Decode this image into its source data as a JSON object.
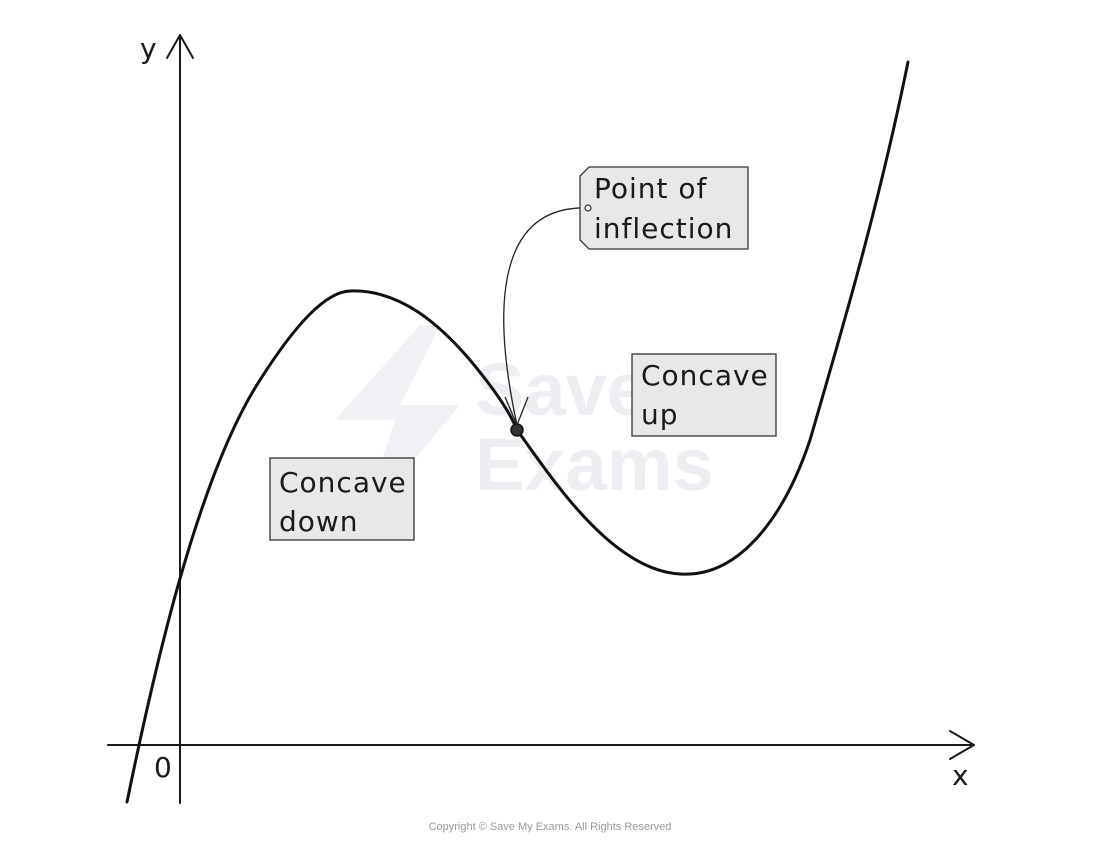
{
  "axes": {
    "x_label": "x",
    "y_label": "y",
    "origin_label": "0"
  },
  "labels": {
    "inflection_line1": "Point of",
    "inflection_line2": "inflection",
    "concave_up_line1": "Concave",
    "concave_up_line2": "up",
    "concave_down_line1": "Concave",
    "concave_down_line2": "down"
  },
  "watermark": {
    "line1": "Save My",
    "line2": "Exams"
  },
  "copyright": "Copyright © Save My Exams. All Rights Reserved"
}
